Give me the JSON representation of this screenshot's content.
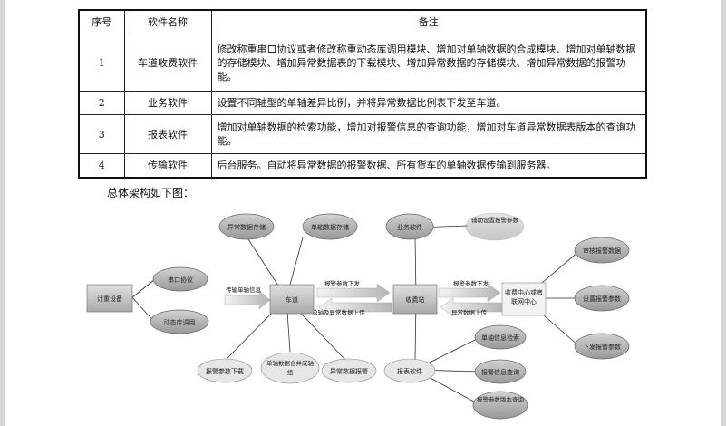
{
  "table": {
    "headers": [
      "序号",
      "软件名称",
      "备注"
    ],
    "rows": [
      {
        "no": "1",
        "name": "车道收费软件",
        "note": "修改称重串口协议或者修改称重动态库调用模块、增加对单轴数据的合成模块、增加对单轴数据的存储模块、增加异常数据表的下载模块、增加异常数据的存储模块、增加异常数据的报警功能。"
      },
      {
        "no": "2",
        "name": "业务软件",
        "note": "设置不同轴型的单轴差异比例，并将异常数据比例表下发至车道。"
      },
      {
        "no": "3",
        "name": "报表软件",
        "note": "增加对单轴数据的检索功能，增加对报警信息的查询功能，增加对车道异常数据表版本的查询功能。"
      },
      {
        "no": "4",
        "name": "传输软件",
        "note": "后台服务。自动将异常数据的报警数据、所有货车的单轴数据传输到服务器。"
      }
    ]
  },
  "caption": "总体架构如下图：",
  "diagram": {
    "weighing_device": "计重设备",
    "serial_protocol": "串口协议",
    "dynamic_lib": "动态库调用",
    "lane": "车道",
    "toll_station": "收费站",
    "center": "收费中心或者联网中心",
    "abnormal_storage": "异常数据存储",
    "single_axle_storage": "单轴数据存储",
    "business_software": "业务软件",
    "assist_setting": "辅助设置报警参数",
    "alarm_download": "报警参数下载",
    "axle_compose": "单轴数据合并成轴组",
    "abnormal_alarm": "异常数据报警",
    "report_software": "报表软件",
    "axle_search": "单轴信息检索",
    "alarm_query": "报警信息查询",
    "alarm_version_query": "报警参数版本查询",
    "audit_alarm": "审核报警数据",
    "set_alarm_param": "设置报警参数",
    "issue_alarm_param": "下发报警参数",
    "arrow_transfer_axle": "传输单轴信息",
    "arrow_alarm_down_1": "报警参数下发",
    "arrow_upload_1": "单轴及异常数据上传",
    "arrow_alarm_down_2": "报警参数下发",
    "arrow_upload_2": "异常数据上传"
  },
  "colors": {
    "ellipse": "#a8a8a8",
    "ellipse_light": "#ececec",
    "box": "#c4c4c4",
    "line": "#333333"
  }
}
